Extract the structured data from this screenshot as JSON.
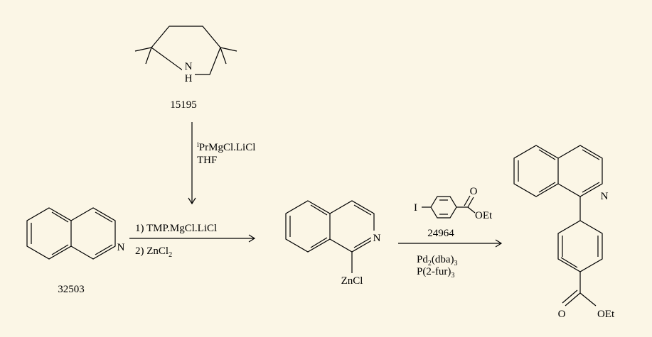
{
  "colors": {
    "background": "#fbf6e6",
    "ink": "#000000"
  },
  "compounds": {
    "tmp_amine": {
      "id": "15195",
      "atom_N": "N",
      "atom_H": "H"
    },
    "isoquinoline": {
      "id": "32503",
      "atom_N": "N"
    },
    "zinc_intermediate": {
      "atom_N": "N",
      "substituent": "ZnCl"
    },
    "aryl_iodide": {
      "id": "24964",
      "atom_I": "I",
      "atom_O": "O",
      "ester": "OEt"
    },
    "product": {
      "atom_N": "N",
      "atom_O": "O",
      "ester": "OEt"
    }
  },
  "reactions": {
    "base_formation": {
      "iPr_sup": "i",
      "reagent": "PrMgCl.LiCl",
      "solvent": "THF"
    },
    "zincation": {
      "step1": "1) TMP.MgCl.LiCl",
      "step2_pre": "2) ZnCl",
      "step2_sub": "2"
    },
    "coupling": {
      "cat1_pre": "Pd",
      "cat1_sub1": "2",
      "cat1_mid": "(dba)",
      "cat1_sub2": "3",
      "cat2_pre": "P(2-fur)",
      "cat2_sub": "3"
    }
  }
}
